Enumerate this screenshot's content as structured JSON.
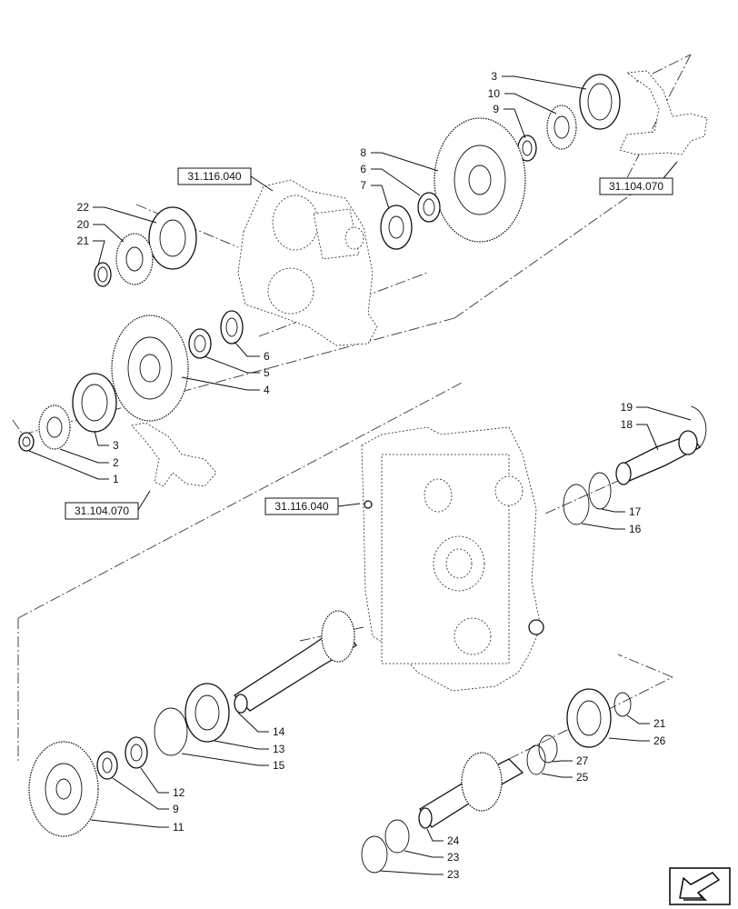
{
  "references": {
    "upper_housing": "31.116.040",
    "upper_fork": "31.104.070",
    "middle_fork": "31.104.070",
    "main_housing": "31.116.040"
  },
  "callouts": {
    "c3_top": "3",
    "c10": "10",
    "c9_top": "9",
    "c8": "8",
    "c6_top": "6",
    "c7": "7",
    "c22": "22",
    "c20": "20",
    "c21_top": "21",
    "c6_mid": "6",
    "c5": "5",
    "c4": "4",
    "c3_mid": "3",
    "c2": "2",
    "c1": "1",
    "c19": "19",
    "c18": "18",
    "c17": "17",
    "c16": "16",
    "c14": "14",
    "c13": "13",
    "c15": "15",
    "c12": "12",
    "c9_low": "9",
    "c11": "11",
    "c21_low": "21",
    "c26": "26",
    "c27": "27",
    "c25": "25",
    "c24": "24",
    "c23_a": "23",
    "c23_b": "23"
  },
  "icons": {
    "nav": "next-page-arrow-icon"
  }
}
